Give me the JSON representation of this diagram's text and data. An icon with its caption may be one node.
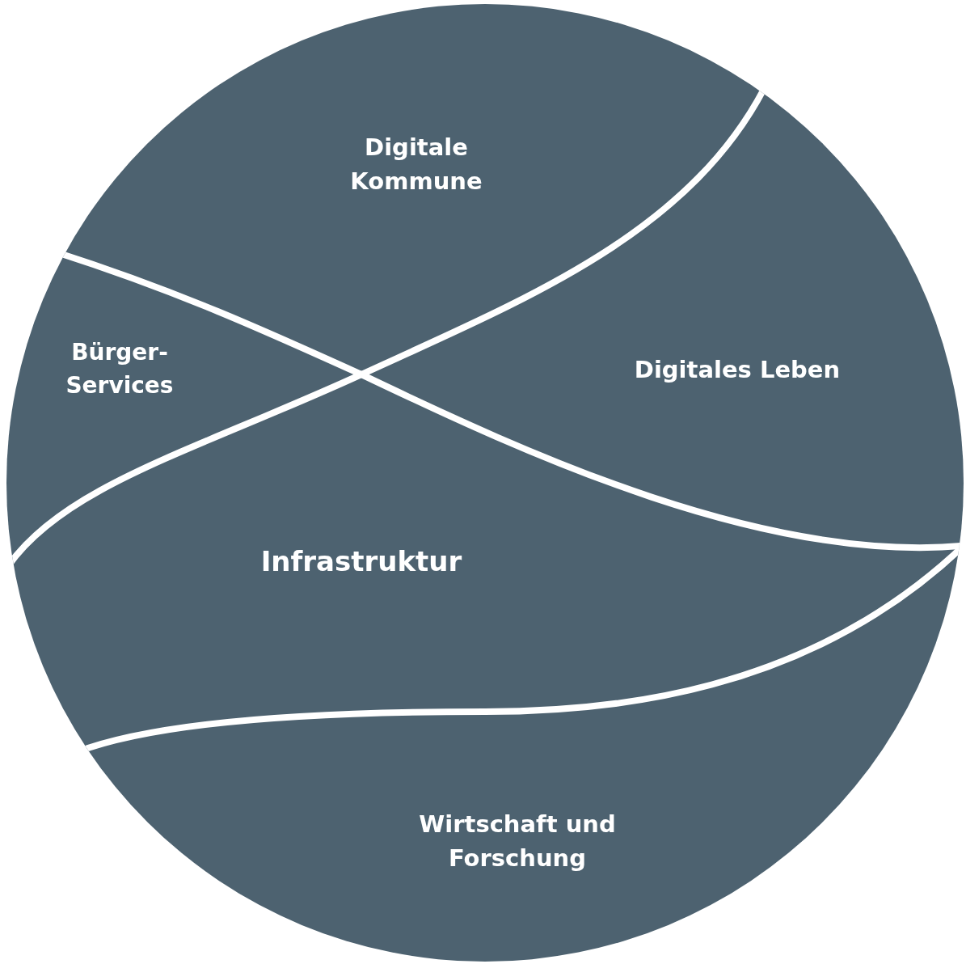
{
  "diagram": {
    "nodes": [
      {
        "text": [
          "Digitale Kommune"
        ]
      },
      {
        "text": [
          "Bürger-Services"
        ]
      },
      {
        "text": [
          "Digitales Leben"
        ]
      },
      {
        "text": [
          "Infrastruktur"
        ]
      },
      {
        "text": [
          "Wirtschaft und Forschung"
        ]
      }
    ]
  }
}
